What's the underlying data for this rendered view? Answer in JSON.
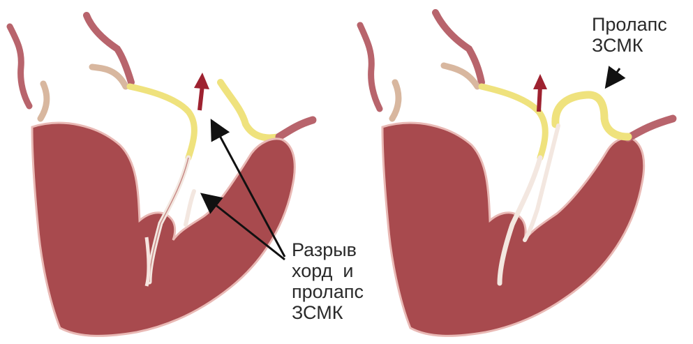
{
  "annotations": {
    "left": {
      "lines": [
        "Разрыв",
        "хорд  и",
        "пролапс",
        "ЗСМК"
      ]
    },
    "right": {
      "lines": [
        "Пролапс",
        "ЗСМК"
      ]
    }
  },
  "colors": {
    "myocardium": "#a84a4e",
    "myocardium_edge": "#e9b9b5",
    "vessel": "#b8646c",
    "leaflet": "#efe27d",
    "leaflet_edge": "#c9ad54",
    "flow_arrow": "#9e2230",
    "pointer": "#111111"
  }
}
